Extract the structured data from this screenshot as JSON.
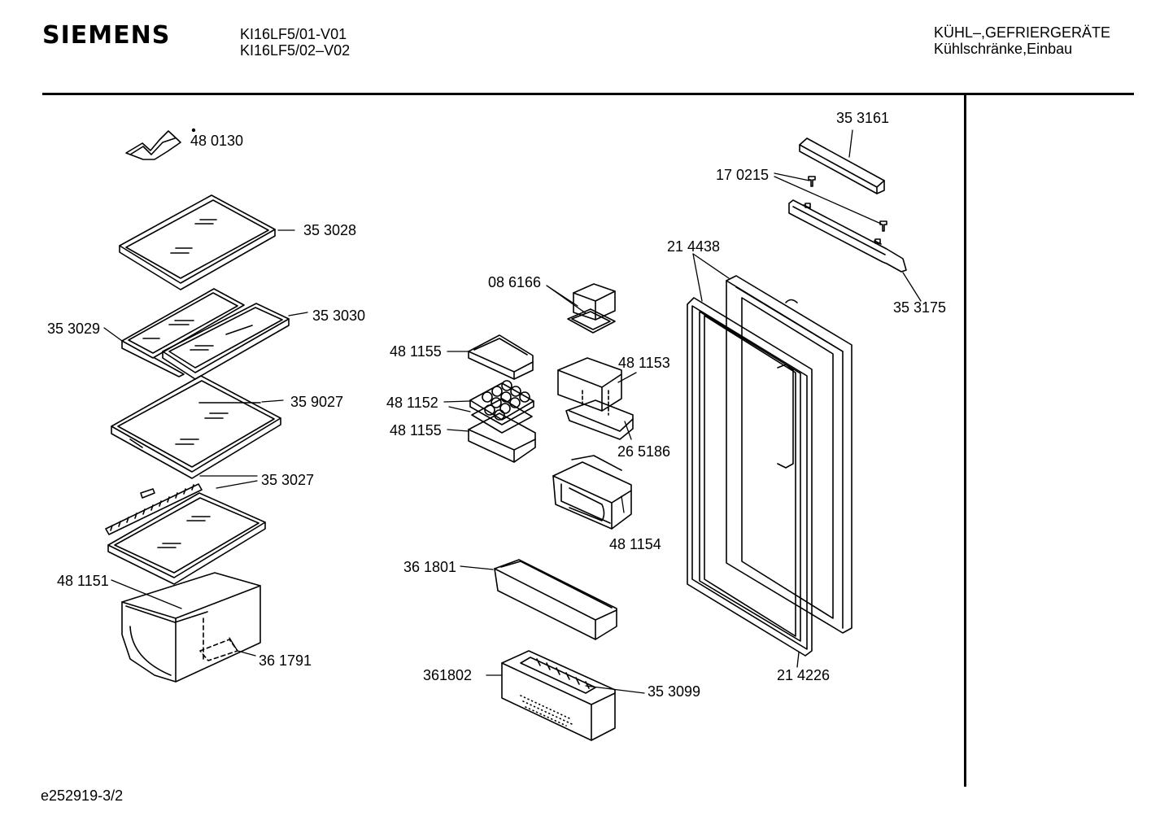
{
  "header": {
    "brand": "SIEMENS",
    "model_lines": [
      "KI16LF5/01-V01",
      "KI16LF5/02–V02"
    ],
    "category_lines": [
      "KÜHL–,GEFRIERGERÄTE",
      "Kühlschränke,Einbau"
    ]
  },
  "footer": {
    "drawing_id": "e252919-3/2"
  },
  "parts": [
    {
      "id": "p480130",
      "number": "48 0130"
    },
    {
      "id": "p353028",
      "number": "35 3028"
    },
    {
      "id": "p353029",
      "number": "35 3029"
    },
    {
      "id": "p353030",
      "number": "35 3030"
    },
    {
      "id": "p359027",
      "number": "35 9027"
    },
    {
      "id": "p353027",
      "number": "35 3027"
    },
    {
      "id": "p481151",
      "number": "48 1151"
    },
    {
      "id": "p361791",
      "number": "36 1791"
    },
    {
      "id": "p086166",
      "number": "08 6166"
    },
    {
      "id": "p481155a",
      "number": "48 1155"
    },
    {
      "id": "p481152",
      "number": "48 1152"
    },
    {
      "id": "p481155b",
      "number": "48 1155"
    },
    {
      "id": "p481153",
      "number": "48 1153"
    },
    {
      "id": "p265186",
      "number": "26 5186"
    },
    {
      "id": "p481154",
      "number": "48 1154"
    },
    {
      "id": "p361801",
      "number": "36 1801"
    },
    {
      "id": "p361802",
      "number": "361802"
    },
    {
      "id": "p353099",
      "number": "35 3099"
    },
    {
      "id": "p353161",
      "number": "35 3161"
    },
    {
      "id": "p170215",
      "number": "17 0215"
    },
    {
      "id": "p353175",
      "number": "35 3175"
    },
    {
      "id": "p214438",
      "number": "21 4438"
    },
    {
      "id": "p214226",
      "number": "21 4226"
    }
  ]
}
